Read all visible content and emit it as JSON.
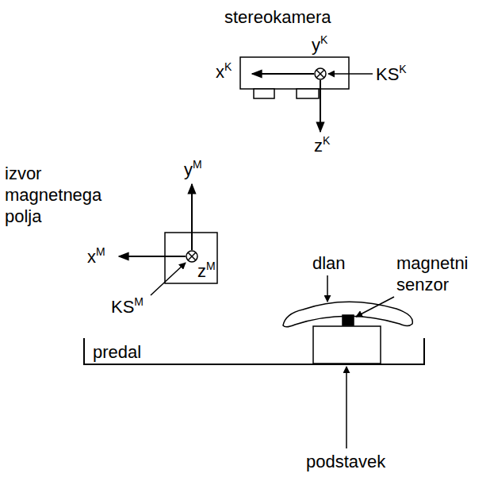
{
  "diagram": {
    "nodes": [
      {
        "text": [
          "predal"
        ]
      }
    ],
    "labels": [
      "stereokamera",
      "xK",
      "yK",
      "KSK",
      "zK",
      "izvor magnetnega polja",
      "yM",
      "xM",
      "zM",
      "KSM",
      "dlan",
      "magnetni senzor",
      "podstavek"
    ]
  }
}
